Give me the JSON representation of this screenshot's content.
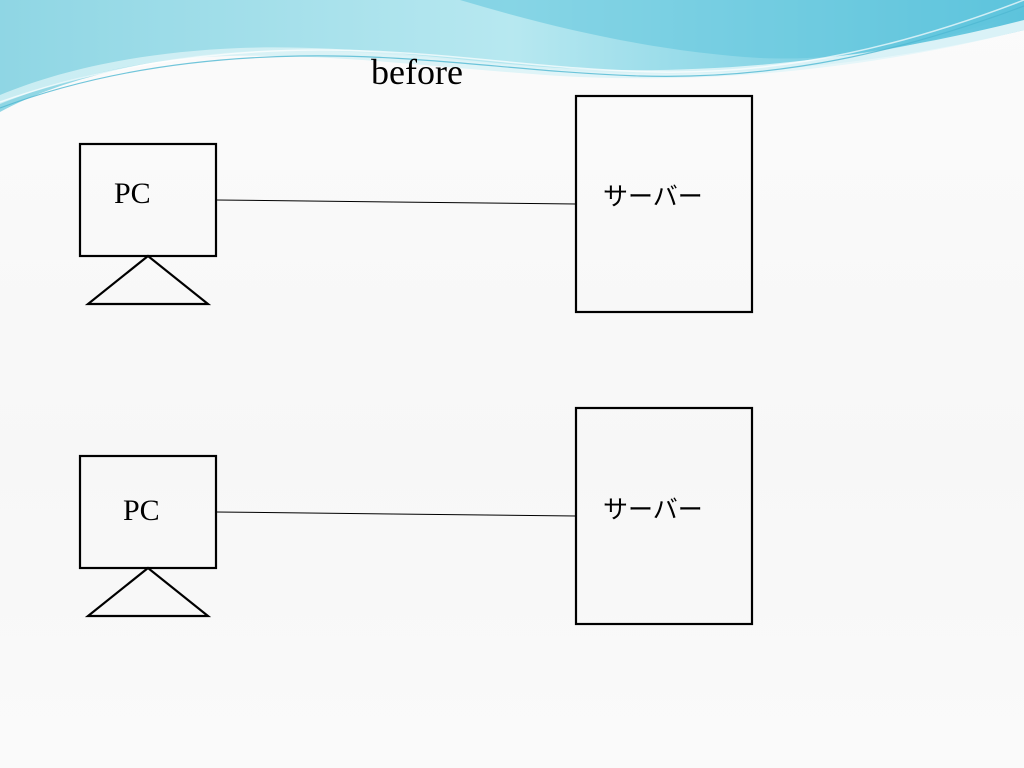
{
  "slide": {
    "title": "before"
  },
  "diagram": {
    "top": {
      "pc_label": "PC",
      "server_label": "サーバー"
    },
    "bottom": {
      "pc_label": "PC",
      "server_label": "サーバー"
    }
  },
  "colors": {
    "wave_light": "#bfe6ee",
    "wave_mid": "#7fd0e0",
    "wave_dark": "#3fb0cc",
    "stroke": "#000000"
  }
}
